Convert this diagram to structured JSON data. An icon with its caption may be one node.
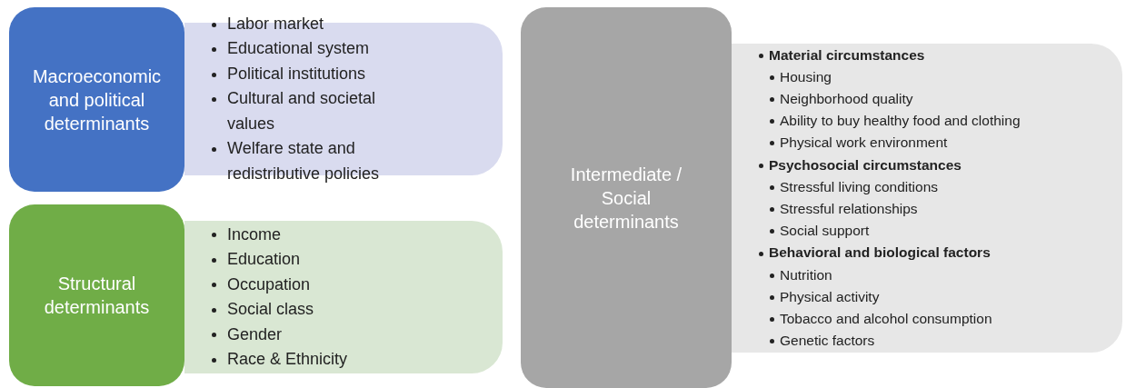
{
  "diagram": {
    "nodes": [
      {
        "text": [
          "Macroeconomic and political determinants"
        ]
      },
      {
        "text": [
          "Labor market",
          "Educational system",
          "Political institutions",
          "Cultural and societal values",
          "Welfare state and redistributive policies"
        ]
      },
      {
        "text": [
          "Structural determinants"
        ]
      },
      {
        "text": [
          "Income",
          "Education",
          "Occupation",
          "Social class",
          "Gender",
          "Race & Ethnicity"
        ]
      },
      {
        "text": [
          "Intermediate / Social determinants"
        ]
      },
      {
        "text": [
          "Material circumstances",
          "Housing",
          "Neighborhood quality",
          "Ability to buy healthy food and clothing",
          "Physical work environment",
          "Psychosocial circumstances",
          "Stressful living conditions",
          "Stressful relationships",
          "Social support",
          "Behavioral and biological factors",
          "Nutrition",
          "Physical activity",
          "Tobacco and alcohol consumption",
          "Genetic factors"
        ]
      }
    ]
  }
}
